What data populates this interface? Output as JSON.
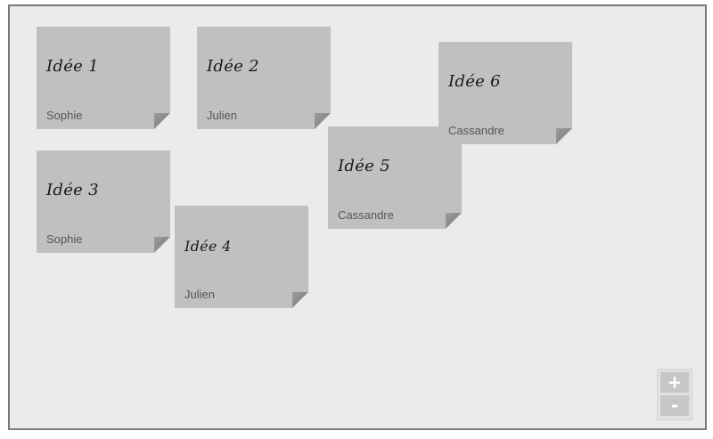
{
  "notes": [
    {
      "title": "Idée 1",
      "author": "Sophie"
    },
    {
      "title": "Idée 2",
      "author": "Julien"
    },
    {
      "title": "Idée 3",
      "author": "Sophie"
    },
    {
      "title": "Idée 4",
      "author": "Julien"
    },
    {
      "title": "Idée 5",
      "author": "Cassandre"
    },
    {
      "title": "Idée 6",
      "author": "Cassandre"
    }
  ],
  "zoom": {
    "in_label": "+",
    "out_label": "-"
  },
  "colors": {
    "board_background": "#ebebeb",
    "board_border": "#7a7a7a",
    "note_background": "#c0c0c0",
    "zoom_button": "#c7c7c7"
  }
}
